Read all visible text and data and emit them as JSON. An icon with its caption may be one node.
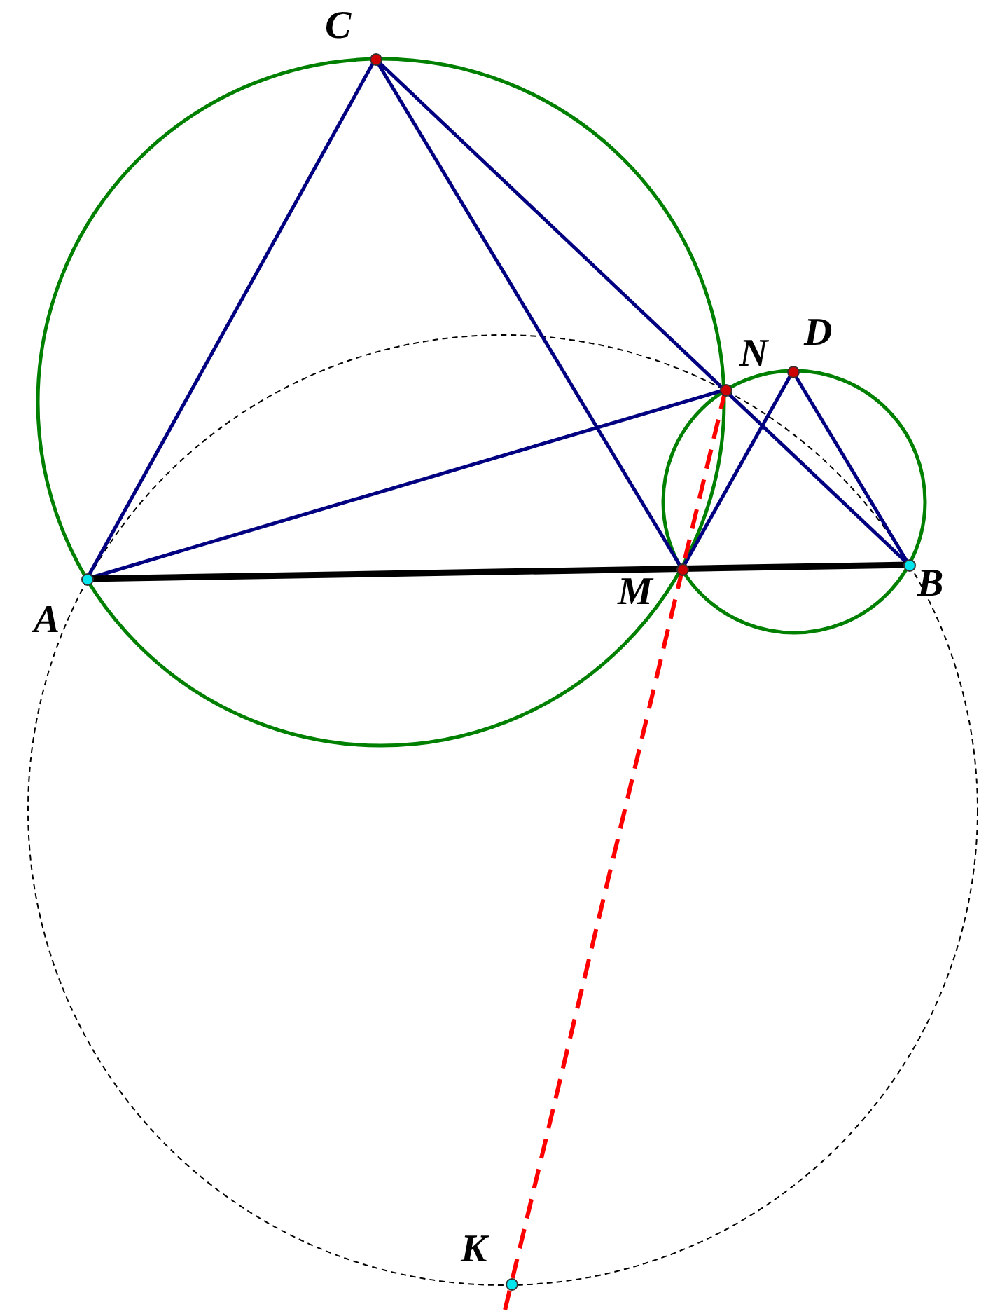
{
  "diagram": {
    "nodes": [
      {
        "text": [
          "A"
        ]
      },
      {
        "text": [
          "B"
        ]
      },
      {
        "text": [
          "C"
        ]
      },
      {
        "text": [
          "D"
        ]
      },
      {
        "text": [
          "M"
        ]
      },
      {
        "text": [
          "N"
        ]
      },
      {
        "text": [
          "K"
        ]
      }
    ],
    "edges": [
      {
        "from": 0,
        "to": 2,
        "arrow": "none"
      },
      {
        "from": 2,
        "to": 4,
        "arrow": "none"
      },
      {
        "from": 2,
        "to": 1,
        "arrow": "none"
      },
      {
        "from": 0,
        "to": 5,
        "arrow": "none"
      },
      {
        "from": 4,
        "to": 3,
        "arrow": "none"
      },
      {
        "from": 3,
        "to": 1,
        "arrow": "none"
      },
      {
        "from": 0,
        "to": 1,
        "arrow": "none",
        "style": "thick",
        "color": "#000000"
      },
      {
        "from": 5,
        "to": 6,
        "arrow": "none",
        "style": "dashed",
        "color": "#ff0000"
      }
    ]
  }
}
